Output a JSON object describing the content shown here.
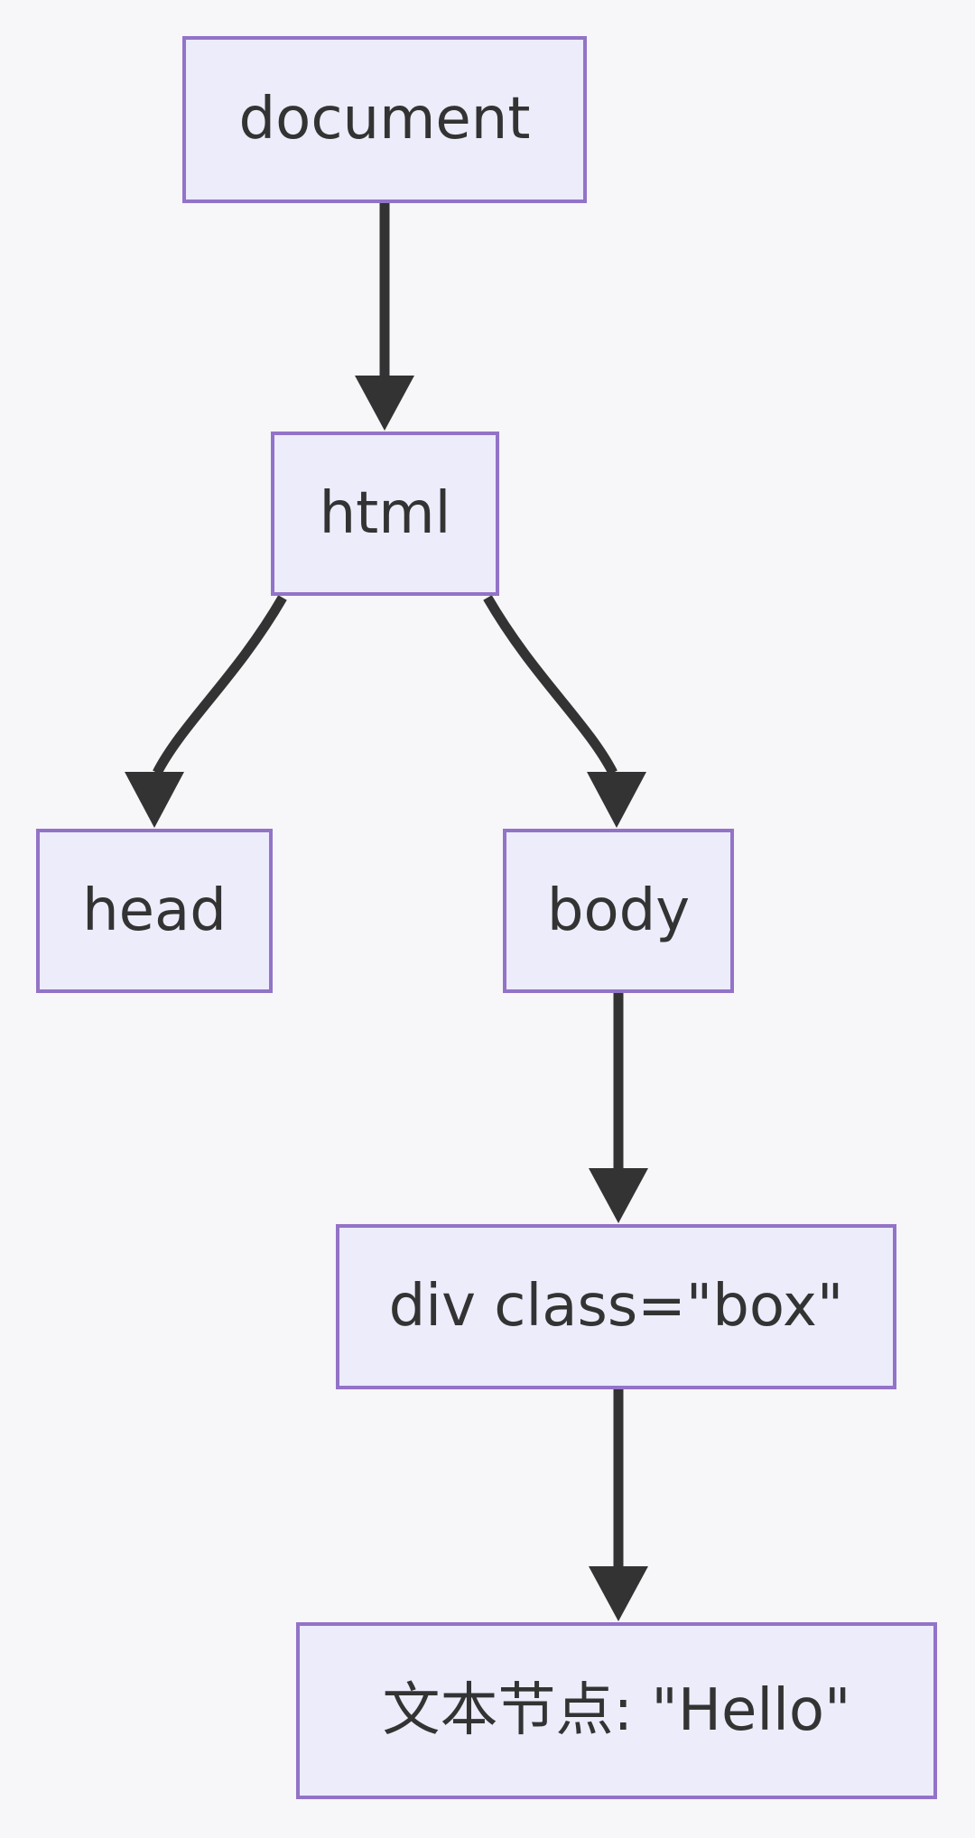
{
  "diagram": {
    "type": "flowchart-tree",
    "background_color": "#f7f6f8",
    "node_fill_color": "#ececfb",
    "node_border_color": "#9373c8",
    "text_color": "#333333",
    "edge_color": "#333333",
    "nodes": [
      {
        "id": "document",
        "label": "document"
      },
      {
        "id": "html",
        "label": "html"
      },
      {
        "id": "head",
        "label": "head"
      },
      {
        "id": "body",
        "label": "body"
      },
      {
        "id": "div",
        "label": "div class=\"box\""
      },
      {
        "id": "textnode",
        "label": "文本节点: \"Hello\""
      }
    ],
    "edges": [
      {
        "from": "document",
        "to": "html"
      },
      {
        "from": "html",
        "to": "head"
      },
      {
        "from": "html",
        "to": "body"
      },
      {
        "from": "body",
        "to": "div"
      },
      {
        "from": "div",
        "to": "textnode"
      }
    ]
  }
}
